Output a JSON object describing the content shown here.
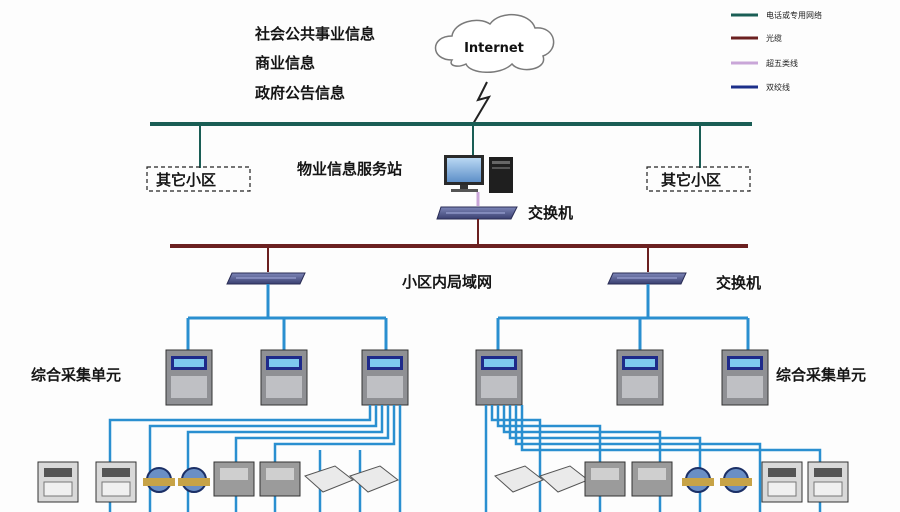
{
  "info_lines": [
    "社会公共事业信息",
    "商业信息",
    "政府公告信息"
  ],
  "cloud": {
    "label": "Internet"
  },
  "legend": [
    {
      "label": "电话或专用网络",
      "color": "#1a5e55"
    },
    {
      "label": "光缆",
      "color": "#6b2020"
    },
    {
      "label": "超五类线",
      "color": "#c9a6d8"
    },
    {
      "label": "双绞线",
      "color": "#1c2f8a"
    }
  ],
  "other_district_left": "其它小区",
  "other_district_right": "其它小区",
  "station_label": "物业信息服务站",
  "switch_top_label": "交换机",
  "switch_right_label": "交换机",
  "lan_label": "小区内局域网",
  "unit_label_left": "综合采集单元",
  "unit_label_right": "综合采集单元",
  "colors": {
    "backbone": "#1a5e55",
    "fiber": "#6b2020",
    "cat5": "#c9a6d8",
    "twisted": "#2a8fd0"
  }
}
